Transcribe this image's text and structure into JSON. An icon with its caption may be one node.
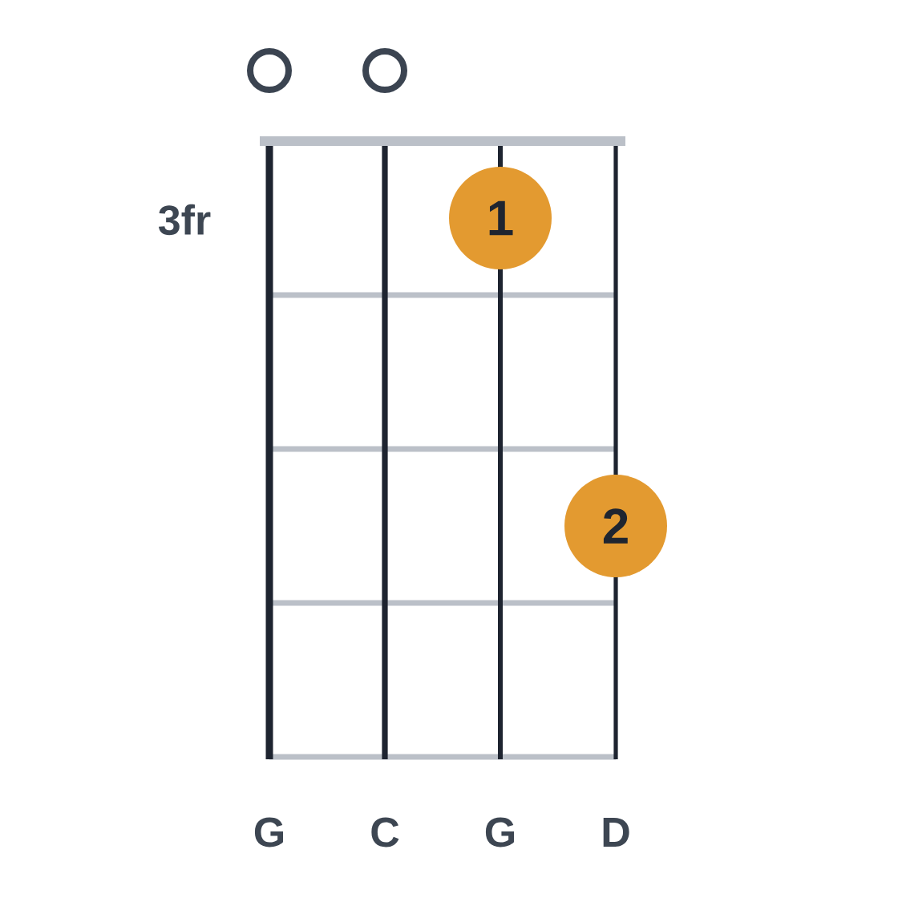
{
  "diagram": {
    "nodes": [
      {
        "text": [],
        "shape": "circle"
      },
      {
        "text": [],
        "shape": "circle"
      },
      {
        "text": [
          "1"
        ]
      },
      {
        "text": [
          "2"
        ]
      }
    ],
    "labels": [
      "3fr",
      "G",
      "C",
      "G",
      "D"
    ]
  }
}
